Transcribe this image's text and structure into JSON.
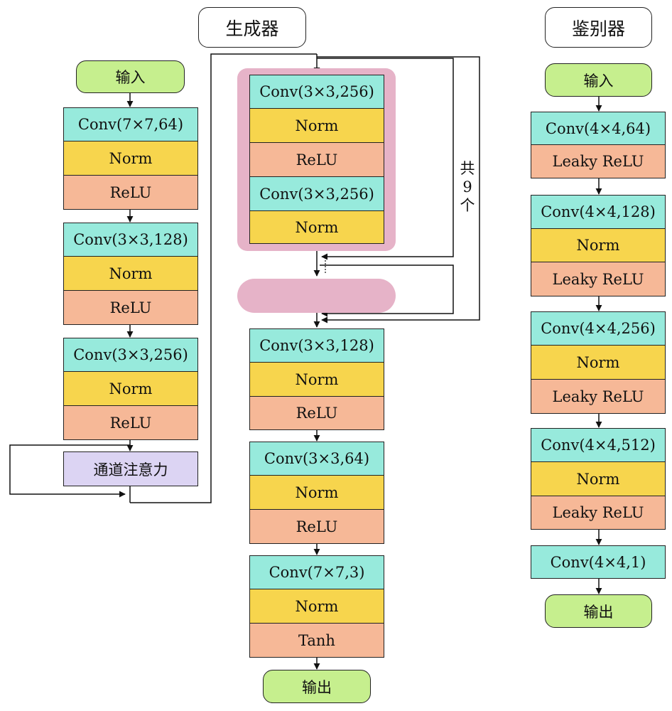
{
  "titles": {
    "generator": "生成器",
    "discriminator": "鉴别器"
  },
  "generator": {
    "encoder": {
      "input": "输入",
      "blocks": [
        {
          "conv": "Conv(7×7,64)",
          "norm": "Norm",
          "act": "ReLU"
        },
        {
          "conv": "Conv(3×3,128)",
          "norm": "Norm",
          "act": "ReLU"
        },
        {
          "conv": "Conv(3×3,256)",
          "norm": "Norm",
          "act": "ReLU"
        }
      ],
      "attention": "通道注意力"
    },
    "residual_block": {
      "conv1": "Conv(3×3,256)",
      "norm1": "Norm",
      "act1": "ReLU",
      "conv2": "Conv(3×3,256)",
      "norm2": "Norm",
      "repeat_label": [
        "共",
        "9",
        "个"
      ]
    },
    "decoder": {
      "blocks": [
        {
          "conv": "Conv(3×3,128)",
          "norm": "Norm",
          "act": "ReLU"
        },
        {
          "conv": "Conv(3×3,64)",
          "norm": "Norm",
          "act": "ReLU"
        },
        {
          "conv": "Conv(7×7,3)",
          "norm": "Norm",
          "act": "Tanh"
        }
      ],
      "output": "输出"
    }
  },
  "discriminator": {
    "input": "输入",
    "blocks": [
      {
        "conv": "Conv(4×4,64)",
        "act": "Leaky ReLU"
      },
      {
        "conv": "Conv(4×4,128)",
        "norm": "Norm",
        "act": "Leaky ReLU"
      },
      {
        "conv": "Conv(4×4,256)",
        "norm": "Norm",
        "act": "Leaky ReLU"
      },
      {
        "conv": "Conv(4×4,512)",
        "norm": "Norm",
        "act": "Leaky ReLU"
      }
    ],
    "final_conv": "Conv(4×4,1)",
    "output": "输出"
  },
  "colors": {
    "conv": "#97eadc",
    "norm": "#f7d54d",
    "act": "#f6b897",
    "attention": "#dcd4f3",
    "io": "#c6ef8e",
    "residual": "#e6b3c8"
  }
}
